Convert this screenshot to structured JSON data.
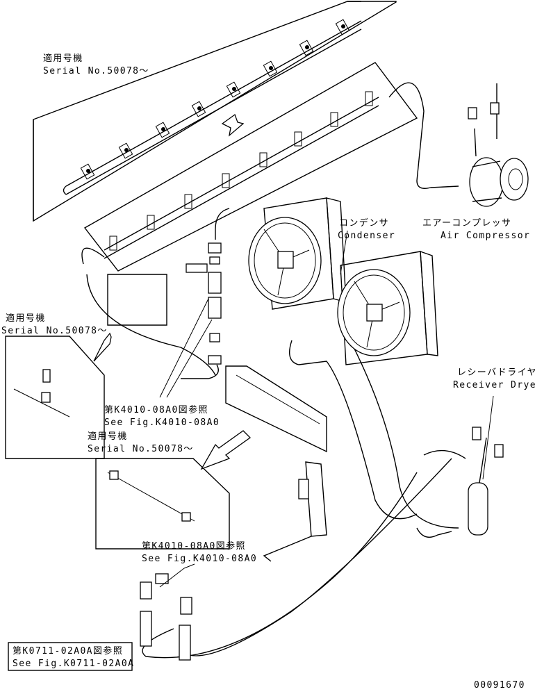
{
  "labels": {
    "serial_top_jp": "適用号機",
    "serial_top_en": "Serial No.50078～",
    "serial_left_jp": "適用号機",
    "serial_left_en": "Serial No.50078～",
    "serial_mid_jp": "適用号機",
    "serial_mid_en": "Serial No.50078～",
    "condenser_jp": "コンデンサ",
    "condenser_en": "Condenser",
    "compressor_jp": "エアーコンプレッサ",
    "compressor_en": "Air Compressor",
    "receiver_jp": "レシーバドライヤ",
    "receiver_en": "Receiver Dryer",
    "ref1_jp": "第K4010-08A0図参照",
    "ref1_en": "See Fig.K4010-08A0",
    "ref2_jp": "第K4010-08A0図参照",
    "ref2_en": "See Fig.K4010-08A0",
    "ref3_jp": "第K0711-02A0A図参照",
    "ref3_en": "See Fig.K0711-02A0A",
    "drawing_number": "00091670"
  }
}
